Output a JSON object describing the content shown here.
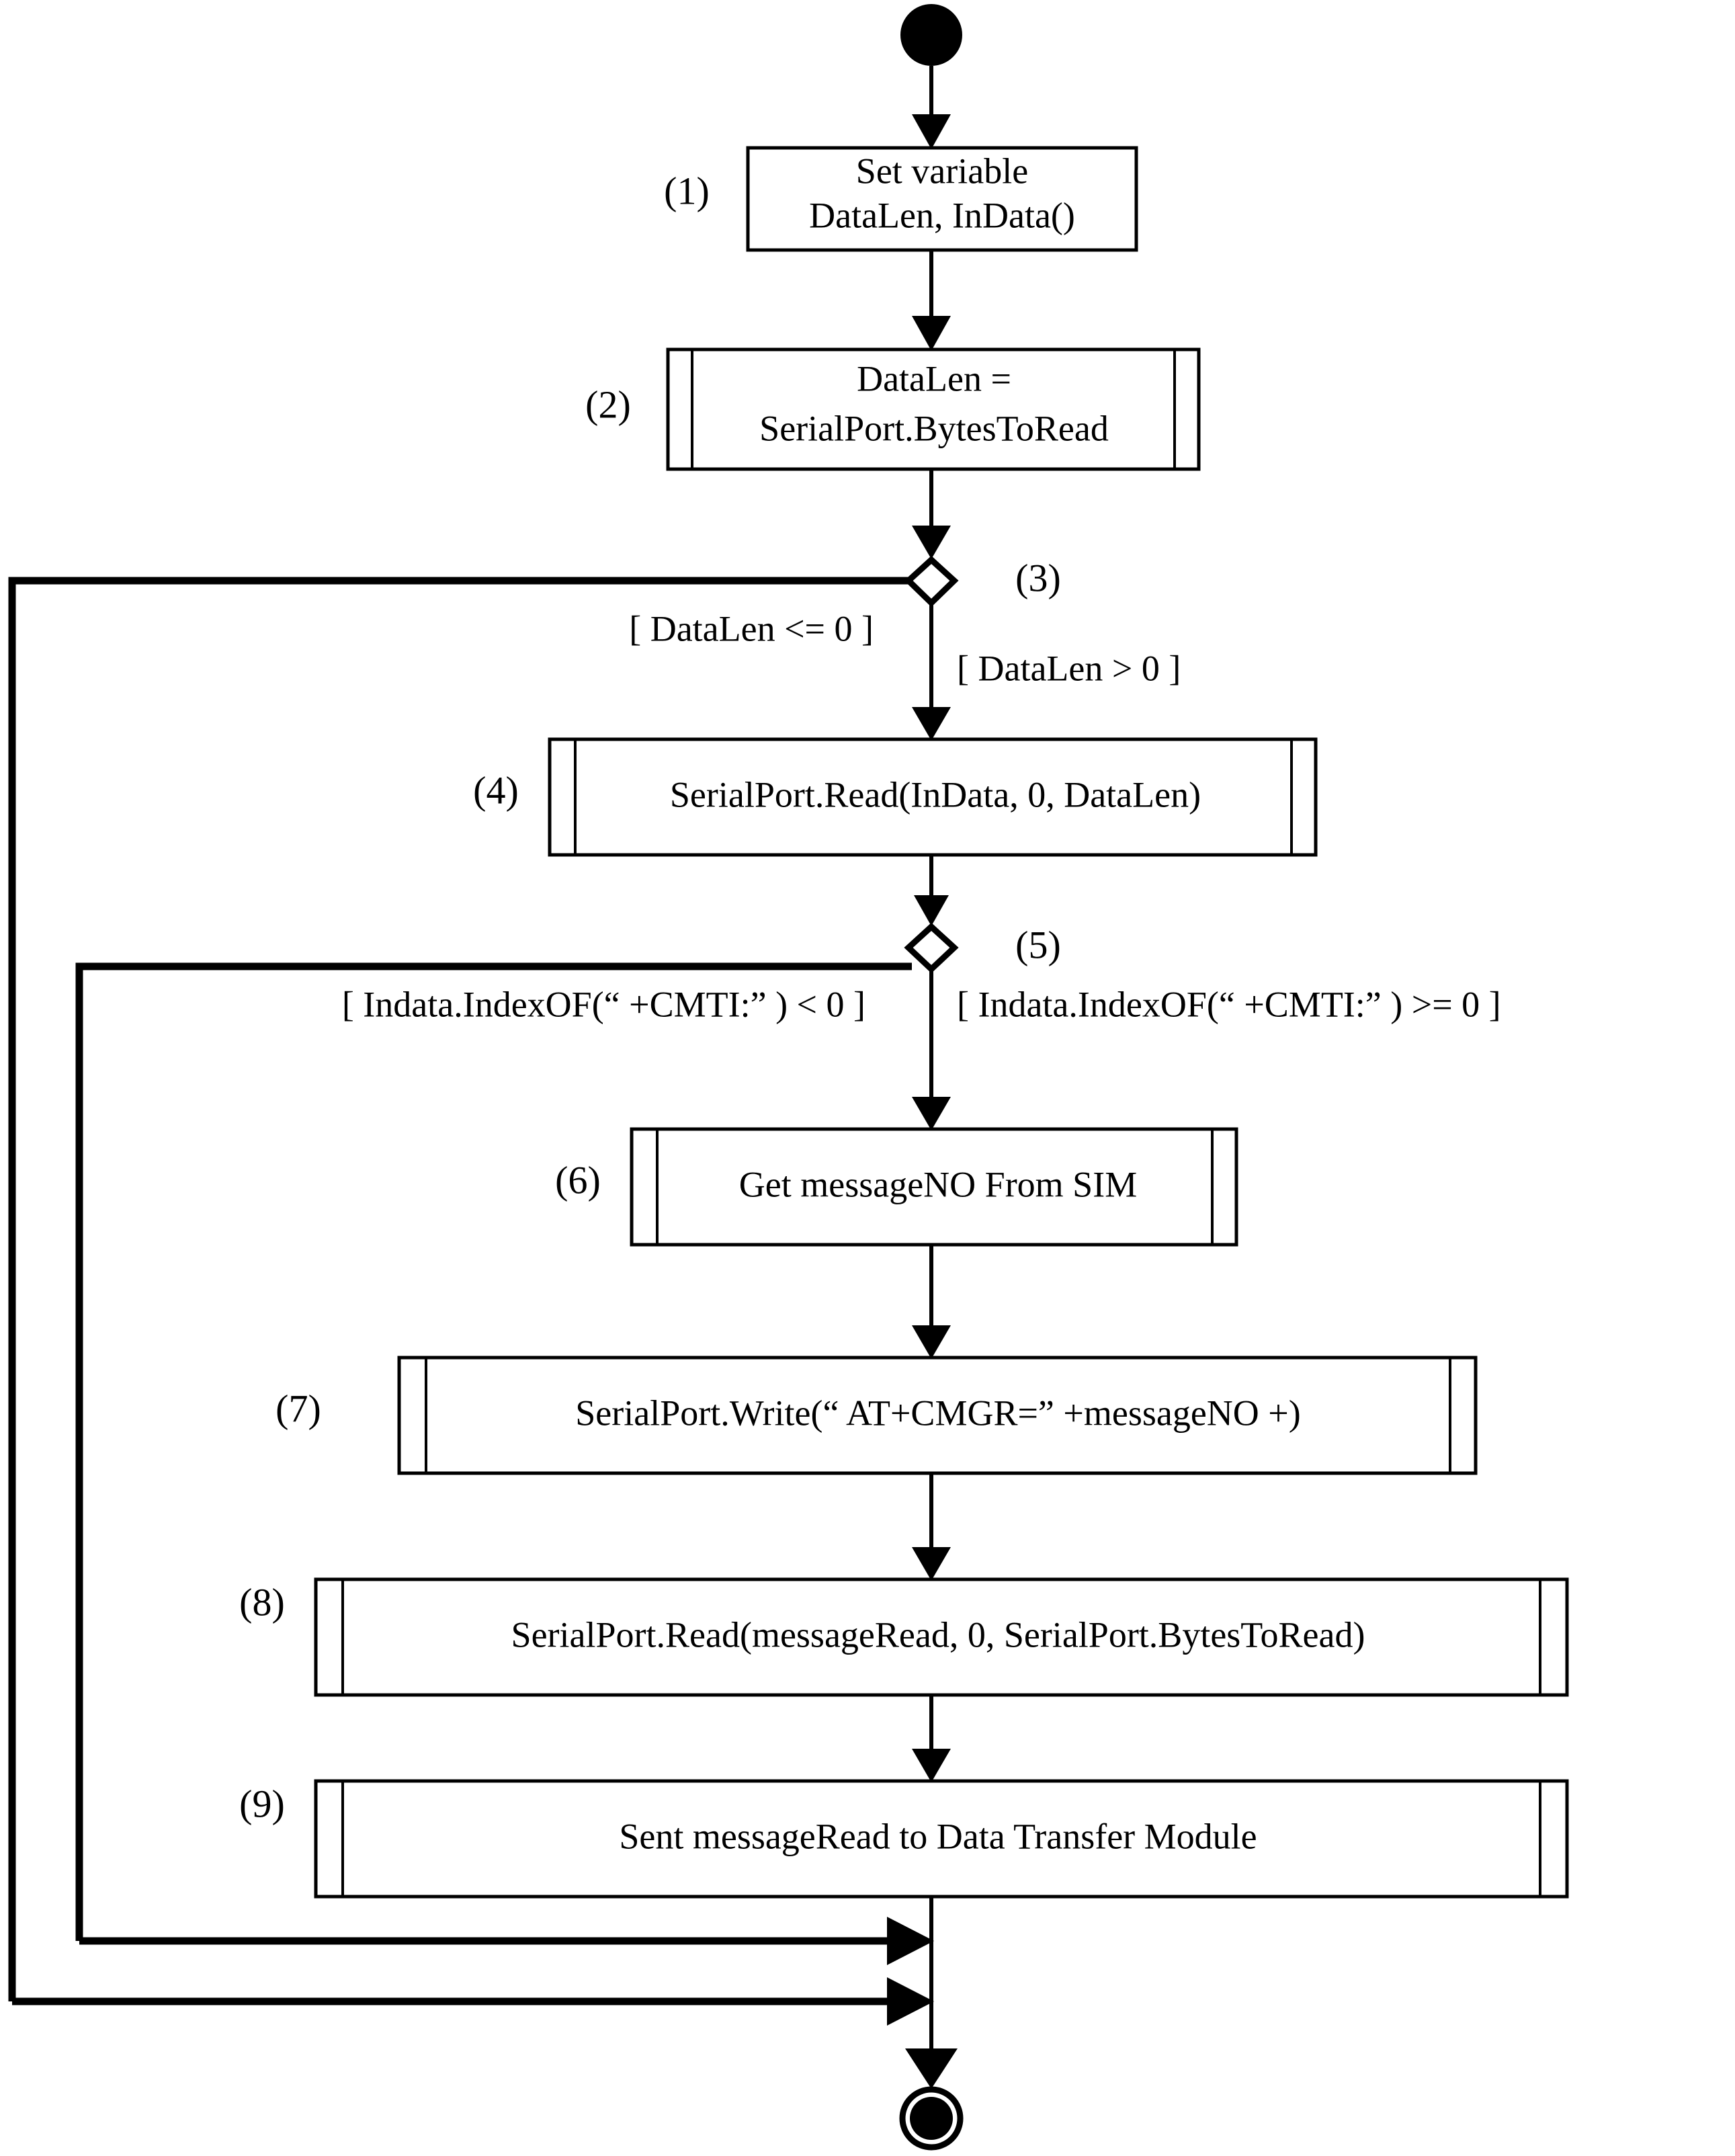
{
  "diagram": {
    "type": "uml-activity-diagram",
    "background_color": "#ffffff",
    "stroke_color": "#000000",
    "start_node": {
      "name": "initial-node"
    },
    "end_node": {
      "name": "final-node"
    },
    "steps": [
      {
        "number": "(1)",
        "kind": "action",
        "style": "plain",
        "lines": [
          "Set variable",
          "DataLen, InData()"
        ]
      },
      {
        "number": "(2)",
        "kind": "action",
        "style": "call-behavior",
        "lines": [
          "DataLen =",
          "SerialPort.BytesToRead"
        ]
      },
      {
        "number": "(3)",
        "kind": "decision",
        "guard_left": "[ DataLen <= 0 ]",
        "guard_down": "[ DataLen > 0 ]"
      },
      {
        "number": "(4)",
        "kind": "action",
        "style": "call-behavior",
        "lines": [
          "SerialPort.Read(InData, 0, DataLen)"
        ]
      },
      {
        "number": "(5)",
        "kind": "decision",
        "guard_left": "[ Indata.IndexOF(“  +CMTI:”  ) < 0 ]",
        "guard_down": "[ Indata.IndexOF(“  +CMTI:”  ) >= 0 ]"
      },
      {
        "number": "(6)",
        "kind": "action",
        "style": "call-behavior",
        "lines": [
          "Get messageNO From SIM"
        ]
      },
      {
        "number": "(7)",
        "kind": "action",
        "style": "call-behavior",
        "lines": [
          "SerialPort.Write(“  AT+CMGR=”  +messageNO +)"
        ]
      },
      {
        "number": "(8)",
        "kind": "action",
        "style": "call-behavior",
        "lines": [
          "SerialPort.Read(messageRead, 0, SerialPort.BytesToRead)"
        ]
      },
      {
        "number": "(9)",
        "kind": "action",
        "style": "call-behavior",
        "lines": [
          "Sent messageRead to Data Transfer Module"
        ]
      }
    ]
  }
}
